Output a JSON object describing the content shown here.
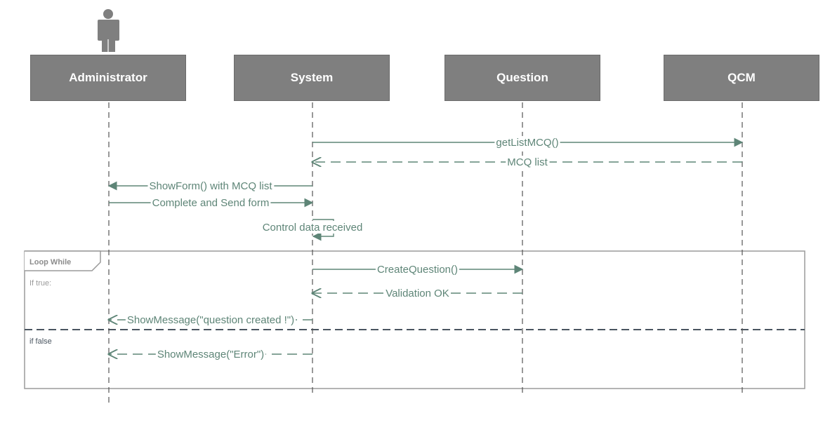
{
  "participants": [
    {
      "label": "Administrator",
      "actor_icon": "person-icon"
    },
    {
      "label": "System"
    },
    {
      "label": "Question"
    },
    {
      "label": "QCM"
    }
  ],
  "messages": [
    {
      "label": "getListMCQ()",
      "from": 1,
      "to": 3,
      "kind": "sync"
    },
    {
      "label": "MCQ list",
      "from": 3,
      "to": 1,
      "kind": "return"
    },
    {
      "label": "ShowForm() with MCQ list",
      "from": 1,
      "to": 0,
      "kind": "sync"
    },
    {
      "label": "Complete and Send form",
      "from": 0,
      "to": 1,
      "kind": "sync"
    },
    {
      "label": "Control data received",
      "from": 1,
      "to": 1,
      "kind": "self"
    },
    {
      "label": "CreateQuestion()",
      "from": 1,
      "to": 2,
      "kind": "sync"
    },
    {
      "label": "Validation OK",
      "from": 2,
      "to": 1,
      "kind": "return"
    },
    {
      "label": "ShowMessage(\"question created !\")",
      "from": 1,
      "to": 0,
      "kind": "return"
    },
    {
      "label": "ShowMessage(\"Error\")",
      "from": 1,
      "to": 0,
      "kind": "return"
    }
  ],
  "fragment": {
    "operator": "Loop While",
    "guard_1": "If true:",
    "guard_2": "if false"
  },
  "colors": {
    "header_fill": "#7f7f7f",
    "header_text": "#ffffff",
    "message": "#5e8577",
    "lifeline": "#555555",
    "frame": "#9a9a9a",
    "divider": "#4a5560"
  }
}
